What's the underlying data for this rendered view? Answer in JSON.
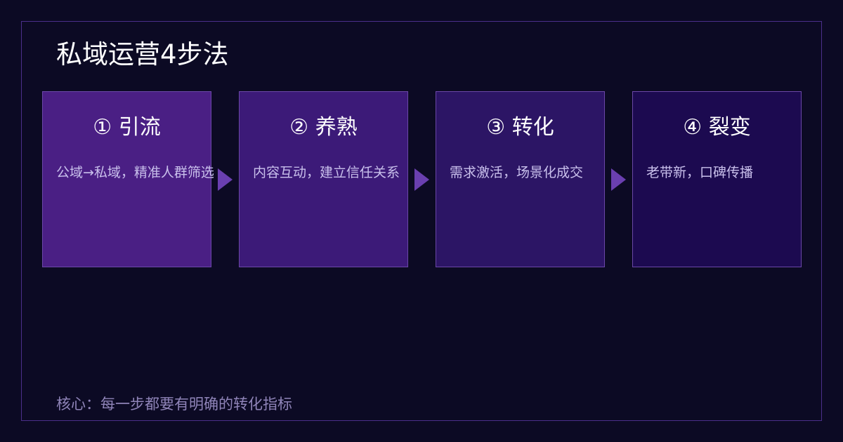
{
  "title": "私域运营4步法",
  "steps": [
    {
      "label": "① 引流",
      "desc": "公域→私域，精准人群筛选",
      "color": "#4a1f84"
    },
    {
      "label": "② 养熟",
      "desc": "内容互动，建立信任关系",
      "color": "#3c1a78"
    },
    {
      "label": "③ 转化",
      "desc": "需求激活，场景化成交",
      "color": "#2c1565"
    },
    {
      "label": "④ 裂变",
      "desc": "老带新，口碑传播",
      "color": "#1c0a50"
    }
  ],
  "footer": "核心：每一步都要有明确的转化指标",
  "colors": {
    "background": "#0c0a24",
    "frame_border": "#4b2f8a",
    "arrow": "#6a3fb0",
    "title_text": "#ffffff",
    "desc_text": "#c9c0ec",
    "footer_text": "#8f84b8"
  }
}
